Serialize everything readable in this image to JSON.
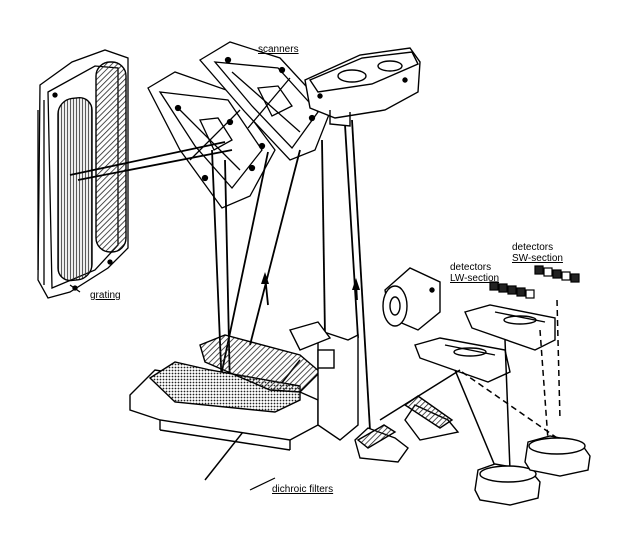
{
  "labels": {
    "scanners": "scanners",
    "grating": "grating",
    "dichroic_filters": "dichroic filters",
    "detectors_lw_line1": "detectors",
    "detectors_lw_line2": "LW-section",
    "detectors_sw_line1": "detectors",
    "detectors_sw_line2": "SW-section"
  },
  "colors": {
    "ink": "#000000",
    "paper": "#ffffff",
    "hatch": "#333333"
  }
}
